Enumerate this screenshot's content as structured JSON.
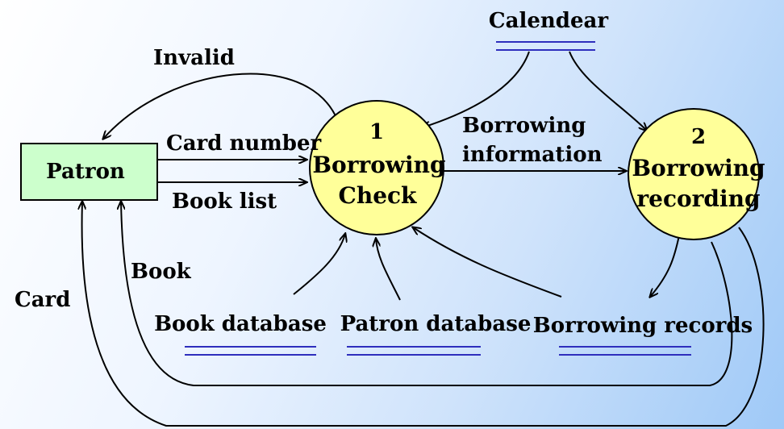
{
  "entity": {
    "label": "Patron"
  },
  "processes": [
    {
      "number": "1",
      "line1": "Borrowing",
      "line2": "Check"
    },
    {
      "number": "2",
      "line1": "Borrowing",
      "line2": "recording"
    }
  ],
  "stores": {
    "calendar": "Calendear",
    "book_db": "Book database",
    "patron_db": "Patron database",
    "borrowing_records": "Borrowing records"
  },
  "flows": {
    "invalid": "Invalid",
    "card_number": "Card number",
    "book_list": "Book list",
    "borrowing_info_1": "Borrowing",
    "borrowing_info_2": "information",
    "book": "Book",
    "card": "Card"
  },
  "colors": {
    "entity_fill": "#ccffcc",
    "process_fill": "#ffff99",
    "store_line": "#2e2ebd",
    "arrow": "#000000"
  }
}
